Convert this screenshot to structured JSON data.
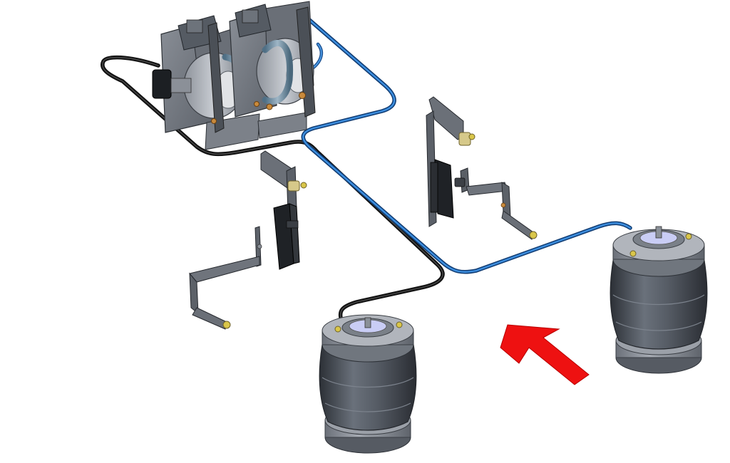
{
  "diagram": {
    "components": [
      {
        "id": "compressor-left",
        "kind": "compressor"
      },
      {
        "id": "compressor-right",
        "kind": "compressor"
      },
      {
        "id": "height-valve-left",
        "kind": "leveling-valve"
      },
      {
        "id": "height-valve-right",
        "kind": "leveling-valve"
      },
      {
        "id": "air-spring-front",
        "kind": "air-spring"
      },
      {
        "id": "air-spring-rear",
        "kind": "air-spring"
      }
    ],
    "lines": [
      {
        "id": "black-air-line",
        "color": "#1a1a1a",
        "connects": [
          "compressor-left",
          "air-spring-front"
        ]
      },
      {
        "id": "blue-air-line",
        "color": "#1e6fc4",
        "connects": [
          "compressor-right",
          "air-spring-rear"
        ]
      }
    ],
    "indicator": {
      "kind": "direction-arrow",
      "color": "#ee1111"
    }
  }
}
